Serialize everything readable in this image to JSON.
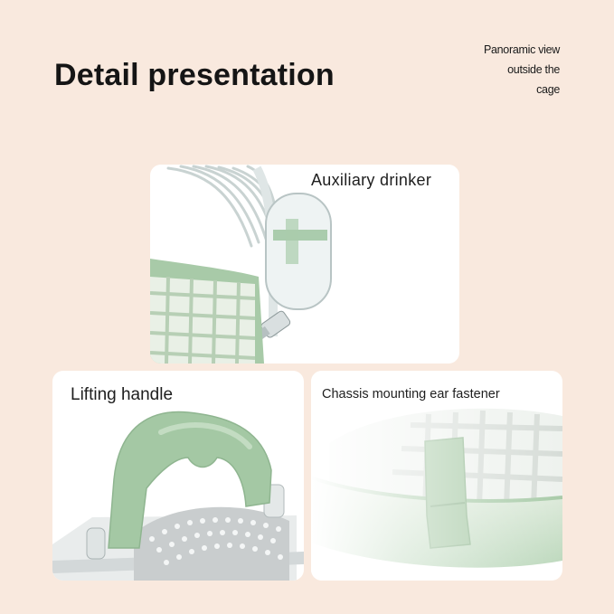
{
  "header": {
    "title": "Detail presentation",
    "subtitle_lines": [
      "Panoramic view",
      "outside the",
      "cage"
    ]
  },
  "cards": {
    "drinker": {
      "label": "Auxiliary drinker"
    },
    "handle": {
      "label": "Lifting handle"
    },
    "chassis": {
      "label": "Chassis mounting ear fastener"
    }
  },
  "colors": {
    "background": "#f9e9de",
    "card": "#ffffff",
    "mint_green": "#9dc4a0",
    "mint_light": "#cfe3cf"
  }
}
